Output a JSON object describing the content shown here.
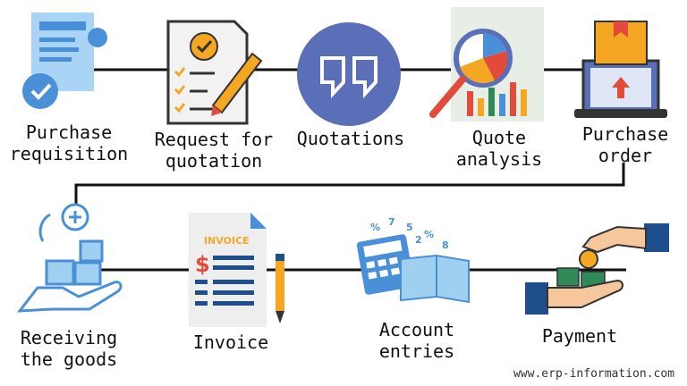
{
  "row1": [
    {
      "id": "purchase-requisition",
      "lines": [
        "Purchase",
        "requisition"
      ]
    },
    {
      "id": "request-for-quotation",
      "lines": [
        "Request for",
        "quotation"
      ]
    },
    {
      "id": "quotations",
      "lines": [
        "Quotations"
      ]
    },
    {
      "id": "quote-analysis",
      "lines": [
        "Quote",
        "analysis"
      ]
    },
    {
      "id": "purchase-order",
      "lines": [
        "Purchase",
        "order"
      ]
    }
  ],
  "row2": [
    {
      "id": "receiving-the-goods",
      "lines": [
        "Receiving",
        "the goods"
      ]
    },
    {
      "id": "invoice",
      "lines": [
        "Invoice"
      ]
    },
    {
      "id": "account-entries",
      "lines": [
        "Account",
        "entries"
      ]
    },
    {
      "id": "payment",
      "lines": [
        "Payment"
      ]
    }
  ],
  "icon_text": {
    "invoice_header": "INVOICE"
  },
  "watermark": "www.erp-information.com",
  "colors": {
    "line": "#111111",
    "blue": "#4a90d9",
    "light_blue": "#9fd0f0",
    "orange": "#f5a623",
    "navy": "#5a6fb8",
    "red": "#e24a3b",
    "green": "#2e8b57"
  }
}
